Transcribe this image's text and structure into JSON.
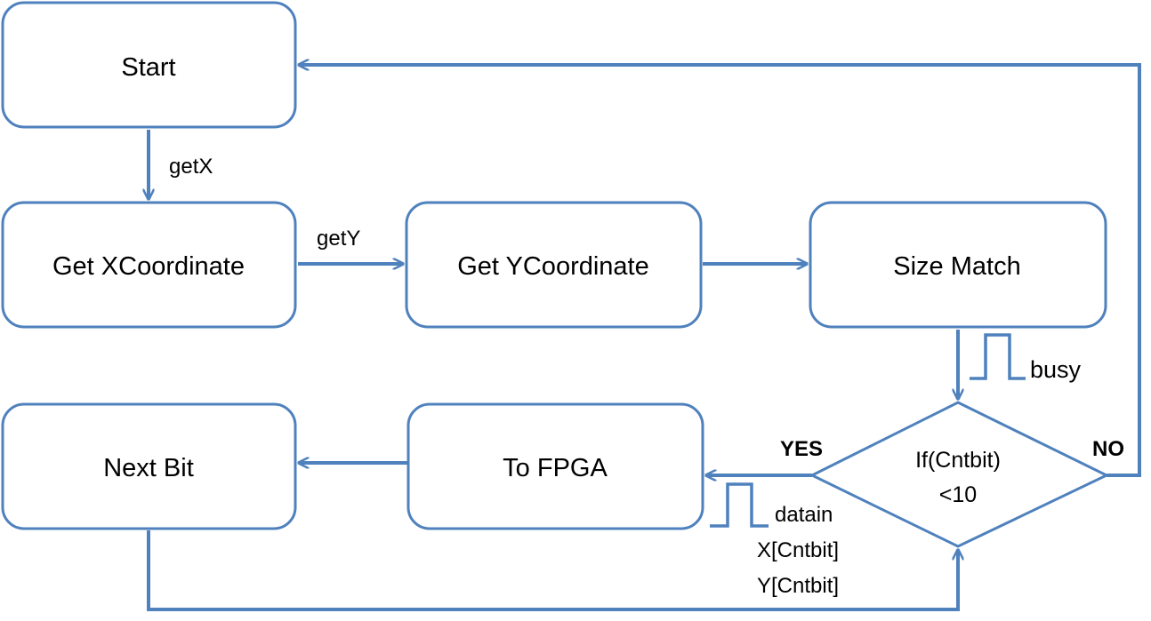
{
  "nodes": {
    "start": "Start",
    "get_x": "Get XCoordinate",
    "get_y": "Get YCoordinate",
    "size_match": "Size Match",
    "decision_line1": "If(Cntbit)",
    "decision_line2": "<10",
    "to_fpga": "To FPGA",
    "next_bit": "Next Bit"
  },
  "edges": {
    "getx": "getX",
    "gety": "getY",
    "busy": "busy",
    "yes": "YES",
    "no": "NO",
    "datain": "datain",
    "x_cntbit": "X[Cntbit]",
    "y_cntbit": "Y[Cntbit]"
  },
  "colors": {
    "stroke": "#4f81bd",
    "fill": "#ffffff",
    "text": "#000000"
  }
}
